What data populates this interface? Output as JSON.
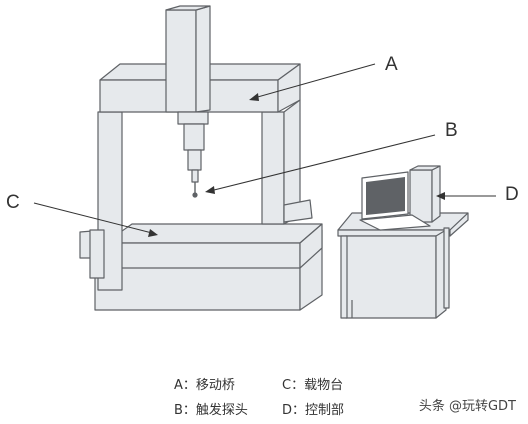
{
  "callouts": {
    "a": "A",
    "b": "B",
    "c": "C",
    "d": "D"
  },
  "legend": [
    [
      "A：移动桥",
      "C：载物台"
    ],
    [
      "B：触发探头",
      "D：控制部"
    ]
  ],
  "watermark": "头条 @玩转GDT",
  "colors": {
    "body_fill": "#e6e9ec",
    "outline": "#5f6266",
    "screen": "#5f6266"
  }
}
